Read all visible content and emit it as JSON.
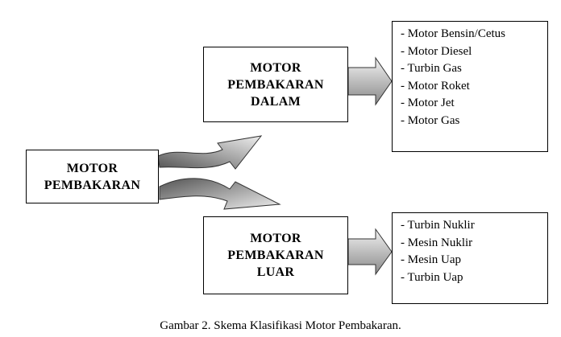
{
  "root": {
    "lines": [
      "MOTOR",
      "PEMBAKARAN"
    ]
  },
  "internal": {
    "lines": [
      "MOTOR",
      "PEMBAKARAN",
      "DALAM"
    ]
  },
  "external": {
    "lines": [
      "MOTOR",
      "PEMBAKARAN",
      "LUAR"
    ]
  },
  "internal_list": [
    "- Motor Bensin/Cetus",
    "- Motor Diesel",
    "- Turbin Gas",
    "- Motor Roket",
    "- Motor Jet",
    "- Motor Gas"
  ],
  "external_list": [
    "- Turbin Nuklir",
    "- Mesin Nuklir",
    "- Mesin Uap",
    "- Turbin Uap"
  ],
  "caption": "Gambar 2. Skema Klasifikasi Motor Pembakaran.",
  "colors": {
    "arrow_light": "#e6e6e6",
    "arrow_dark": "#6a6a6a",
    "border": "#000000"
  }
}
